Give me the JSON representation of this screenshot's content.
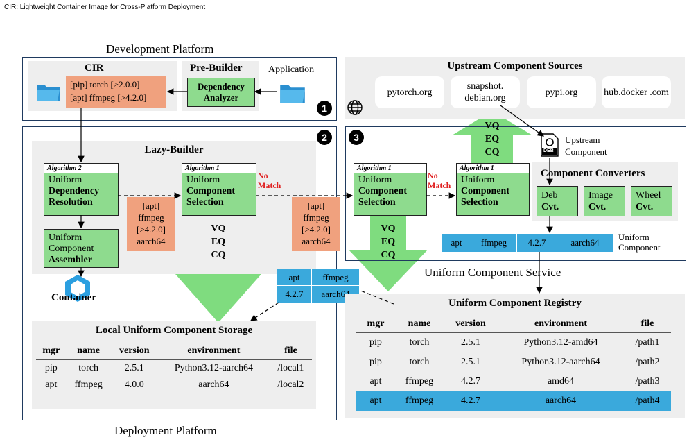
{
  "header": "CIR: Lightweight Container Image for Cross-Platform Deployment",
  "dev_platform": {
    "title": "Development Platform",
    "cir_title": "CIR",
    "cir_lines": [
      "[pip] torch [>2.0.0]",
      "[apt] ffmpeg [>4.2.0]"
    ],
    "prebuilder_title": "Pre-Builder",
    "dependency_analyzer": "Dependency Analyzer",
    "application_label": "Application",
    "badge": "1"
  },
  "upstream": {
    "title": "Upstream Component Sources",
    "sources": [
      "pytorch.org",
      "snapshot. debian.org",
      "pypi.org",
      "hub.docker .com"
    ],
    "component_label": "Upstream Component",
    "deb_label": "DEB"
  },
  "deploy_platform": {
    "title": "Deployment Platform",
    "badge": "2",
    "lazy_builder_title": "Lazy-Builder",
    "alg2_head": "Algorithm 2",
    "alg2_l1": "Uniform",
    "alg2_l2": "Dependency Resolution",
    "alg1_head": "Algorithm 1",
    "alg1_l1": "Uniform",
    "alg1_l2": "Component Selection",
    "assembler_l1": "Uniform Component",
    "assembler_l2": "Assembler",
    "container_label": "Container",
    "no_match": "No Match",
    "request_lines": [
      "[apt]",
      "ffmpeg",
      "[>4.2.0]",
      "aarch64"
    ],
    "arrow_text": [
      "VQ",
      "EQ",
      "CQ"
    ],
    "local_storage_title": "Local Uniform Component Storage",
    "local_storage": {
      "columns": [
        "mgr",
        "name",
        "version",
        "environment",
        "file"
      ],
      "rows": [
        [
          "pip",
          "torch",
          "2.5.1",
          "Python3.12-aarch64",
          "/local1"
        ],
        [
          "apt",
          "ffmpeg",
          "4.0.0",
          "aarch64",
          "/local2"
        ]
      ]
    },
    "result_cells": [
      "apt",
      "ffmpeg",
      "4.2.7",
      "aarch64"
    ]
  },
  "service": {
    "badge": "3",
    "title": "Uniform Component Service",
    "alg1_head": "Algorithm 1",
    "alg1_l1": "Uniform",
    "alg1_l2": "Component Selection",
    "no_match": "No Match",
    "converters_title": "Component Converters",
    "converters": [
      {
        "l1": "Deb",
        "l2": "Cvt."
      },
      {
        "l1": "Image",
        "l2": "Cvt."
      },
      {
        "l1": "Wheel",
        "l2": "Cvt."
      }
    ],
    "uniform_component_cells": [
      "apt",
      "ffmpeg",
      "4.2.7",
      "aarch64"
    ],
    "uniform_component_label": "Uniform Component"
  },
  "registry": {
    "title": "Uniform Component Registry",
    "columns": [
      "mgr",
      "name",
      "version",
      "environment",
      "file"
    ],
    "rows": [
      [
        "pip",
        "torch",
        "2.5.1",
        "Python3.12-amd64",
        "/path1"
      ],
      [
        "pip",
        "torch",
        "2.5.1",
        "Python3.12-aarch64",
        "/path2"
      ],
      [
        "apt",
        "ffmpeg",
        "4.2.7",
        "amd64",
        "/path3"
      ],
      [
        "apt",
        "ffmpeg",
        "4.2.7",
        "aarch64",
        "/path4"
      ]
    ],
    "highlight_row": 3,
    "highlight_color": "#3aa9dc"
  },
  "colors": {
    "green": "#8edb8e",
    "arrow_green": "#7fdc7f",
    "salmon": "#f0a17e",
    "blue": "#3aa9dc",
    "gray": "#eeeeee",
    "border": "#1f3a5f",
    "no_match_red": "#e02020"
  },
  "icons": [
    "folder-icon",
    "globe-icon",
    "deb-package-icon",
    "container-cube-icon"
  ]
}
